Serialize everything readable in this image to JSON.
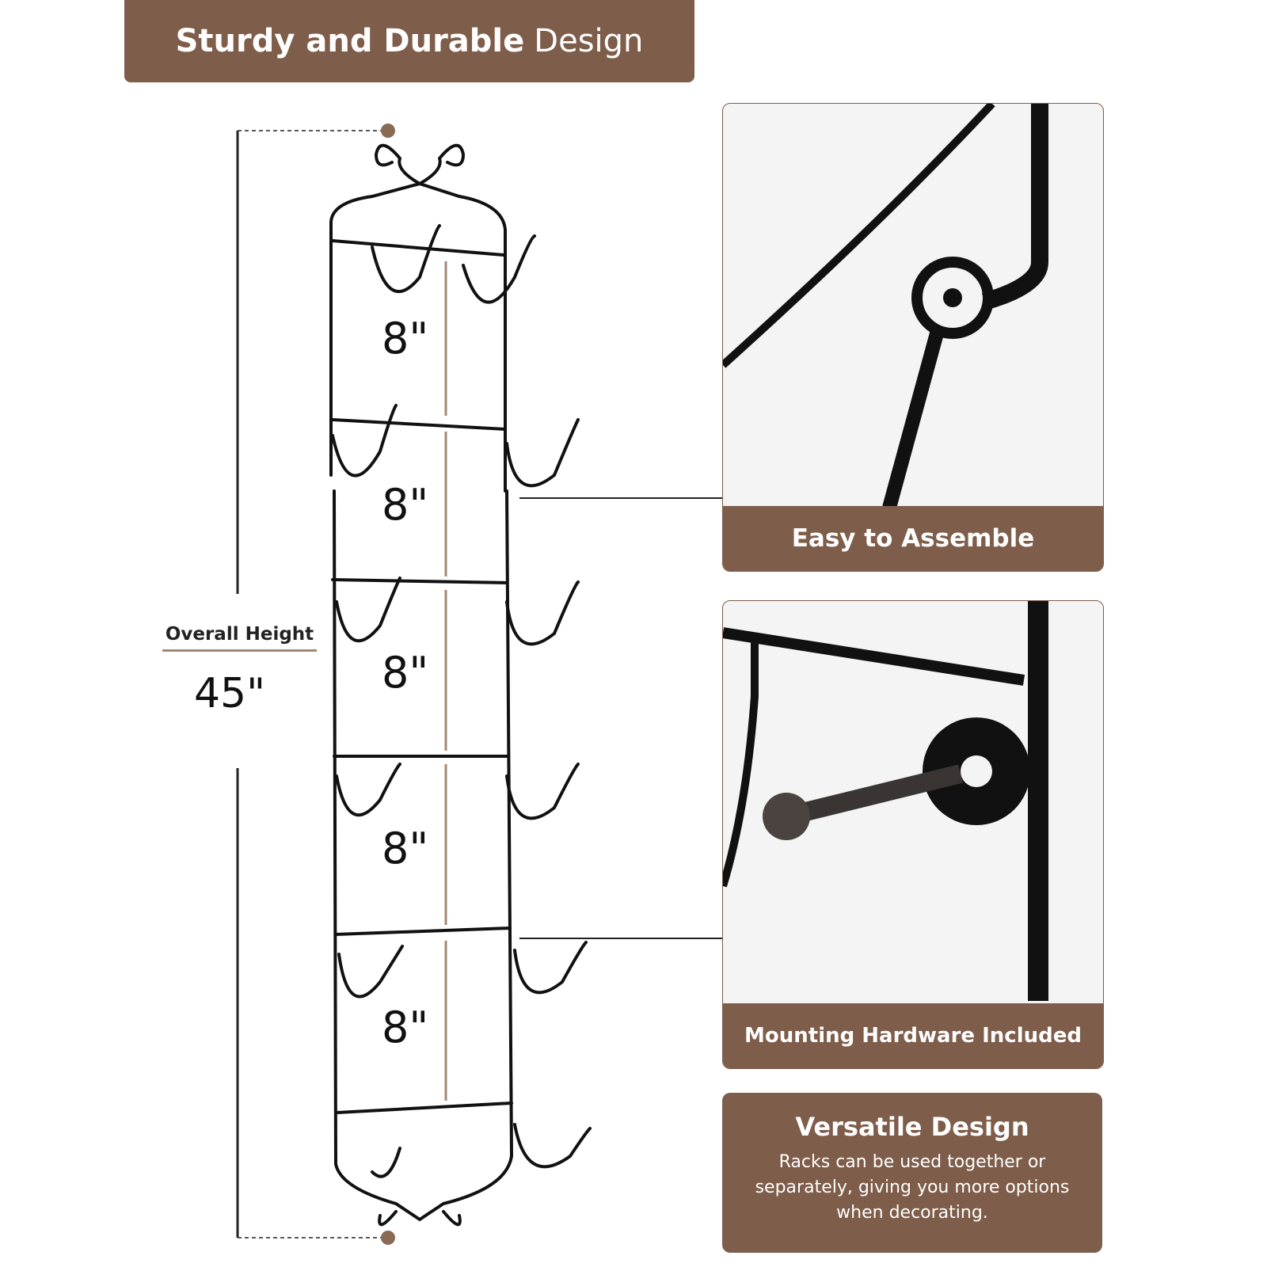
{
  "header": {
    "title_bold": "Sturdy and Durable",
    "title_light": "Design"
  },
  "overall": {
    "label": "Overall Height",
    "value": "45\""
  },
  "spacings": [
    "8\"",
    "8\"",
    "8\"",
    "8\"",
    "8\""
  ],
  "panels": [
    {
      "caption": "Easy to Assemble"
    },
    {
      "caption": "Mounting Hardware Included"
    }
  ],
  "versatile": {
    "title": "Versatile Design",
    "text": "Racks can be used together or separately, giving you more options when decorating."
  },
  "colors": {
    "brand": "#7e5d4a",
    "rack": "#111111",
    "arrow": "#a48873"
  }
}
